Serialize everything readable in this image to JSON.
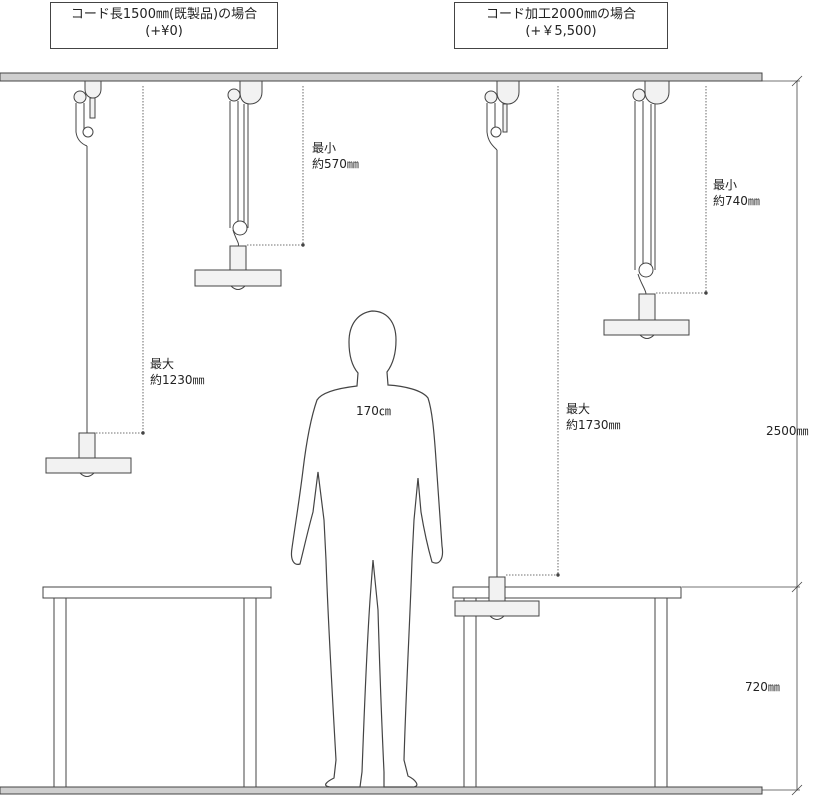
{
  "headers": {
    "left": {
      "line1": "コード長1500㎜(既製品)の場合",
      "line2": "(+¥0)"
    },
    "right": {
      "line1": "コード加工2000㎜の場合",
      "line2": "(+￥5,500)"
    }
  },
  "labels": {
    "min_left": {
      "line1": "最小",
      "line2": "約570㎜"
    },
    "max_left": {
      "line1": "最大",
      "line2": "約1230㎜"
    },
    "min_right": {
      "line1": "最小",
      "line2": "約740㎜"
    },
    "max_right": {
      "line1": "最大",
      "line2": "約1730㎜"
    },
    "person_height": "170㎝",
    "ceiling_height": "2500㎜",
    "table_height": "720㎜"
  },
  "colors": {
    "line": "#444444",
    "fill": "#f2f2f2",
    "ceiling": "#cfcfcf",
    "dim": "#444444"
  }
}
